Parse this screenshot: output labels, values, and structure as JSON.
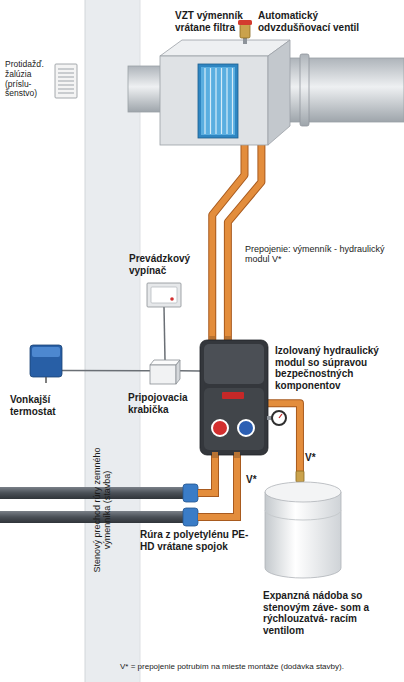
{
  "diagram": {
    "caption": "V* = prepojenie potrubím na mieste montáže (dodávka stavby).",
    "nodes": [
      {
        "text": [
          "VZT výmenník vrátane filtra"
        ]
      },
      {
        "text": [
          "Protidažď. žalúzia (príslu- šenstvo)"
        ]
      },
      {
        "text": [
          "Prevádzkový vypínač"
        ]
      },
      {
        "text": [
          "Vonkajší termostat"
        ]
      },
      {
        "text": [
          "Pripojovacia krabička"
        ]
      },
      {
        "text": [
          "Izolovaný hydraulický modul so súpravou bezpečnostných komponentov"
        ]
      },
      {
        "text": [
          "Expanzná nádoba so stenovým záve- som a rýchlouzatvá- racím ventilom"
        ]
      }
    ],
    "edges": [
      {
        "from": 0,
        "to": 5,
        "arrow": "none",
        "label": "Prepojenie: výmenník - hydraulický modul V*"
      },
      {
        "from": 0,
        "to": 5,
        "arrow": "none"
      },
      {
        "from": 2,
        "to": 4,
        "arrow": "none"
      },
      {
        "from": 3,
        "to": 4,
        "arrow": "none"
      },
      {
        "from": 4,
        "to": 5,
        "arrow": "none"
      },
      {
        "from": 5,
        "to": 6,
        "arrow": "none",
        "label": "V*"
      }
    ],
    "labels": [
      "Automatický odvzdušňovací ventil",
      "V*",
      "Stenový prechod rúry zemného výmenníka (stavba)",
      "Rúra z polyetylénu PE-HD vrátane spojok"
    ]
  }
}
